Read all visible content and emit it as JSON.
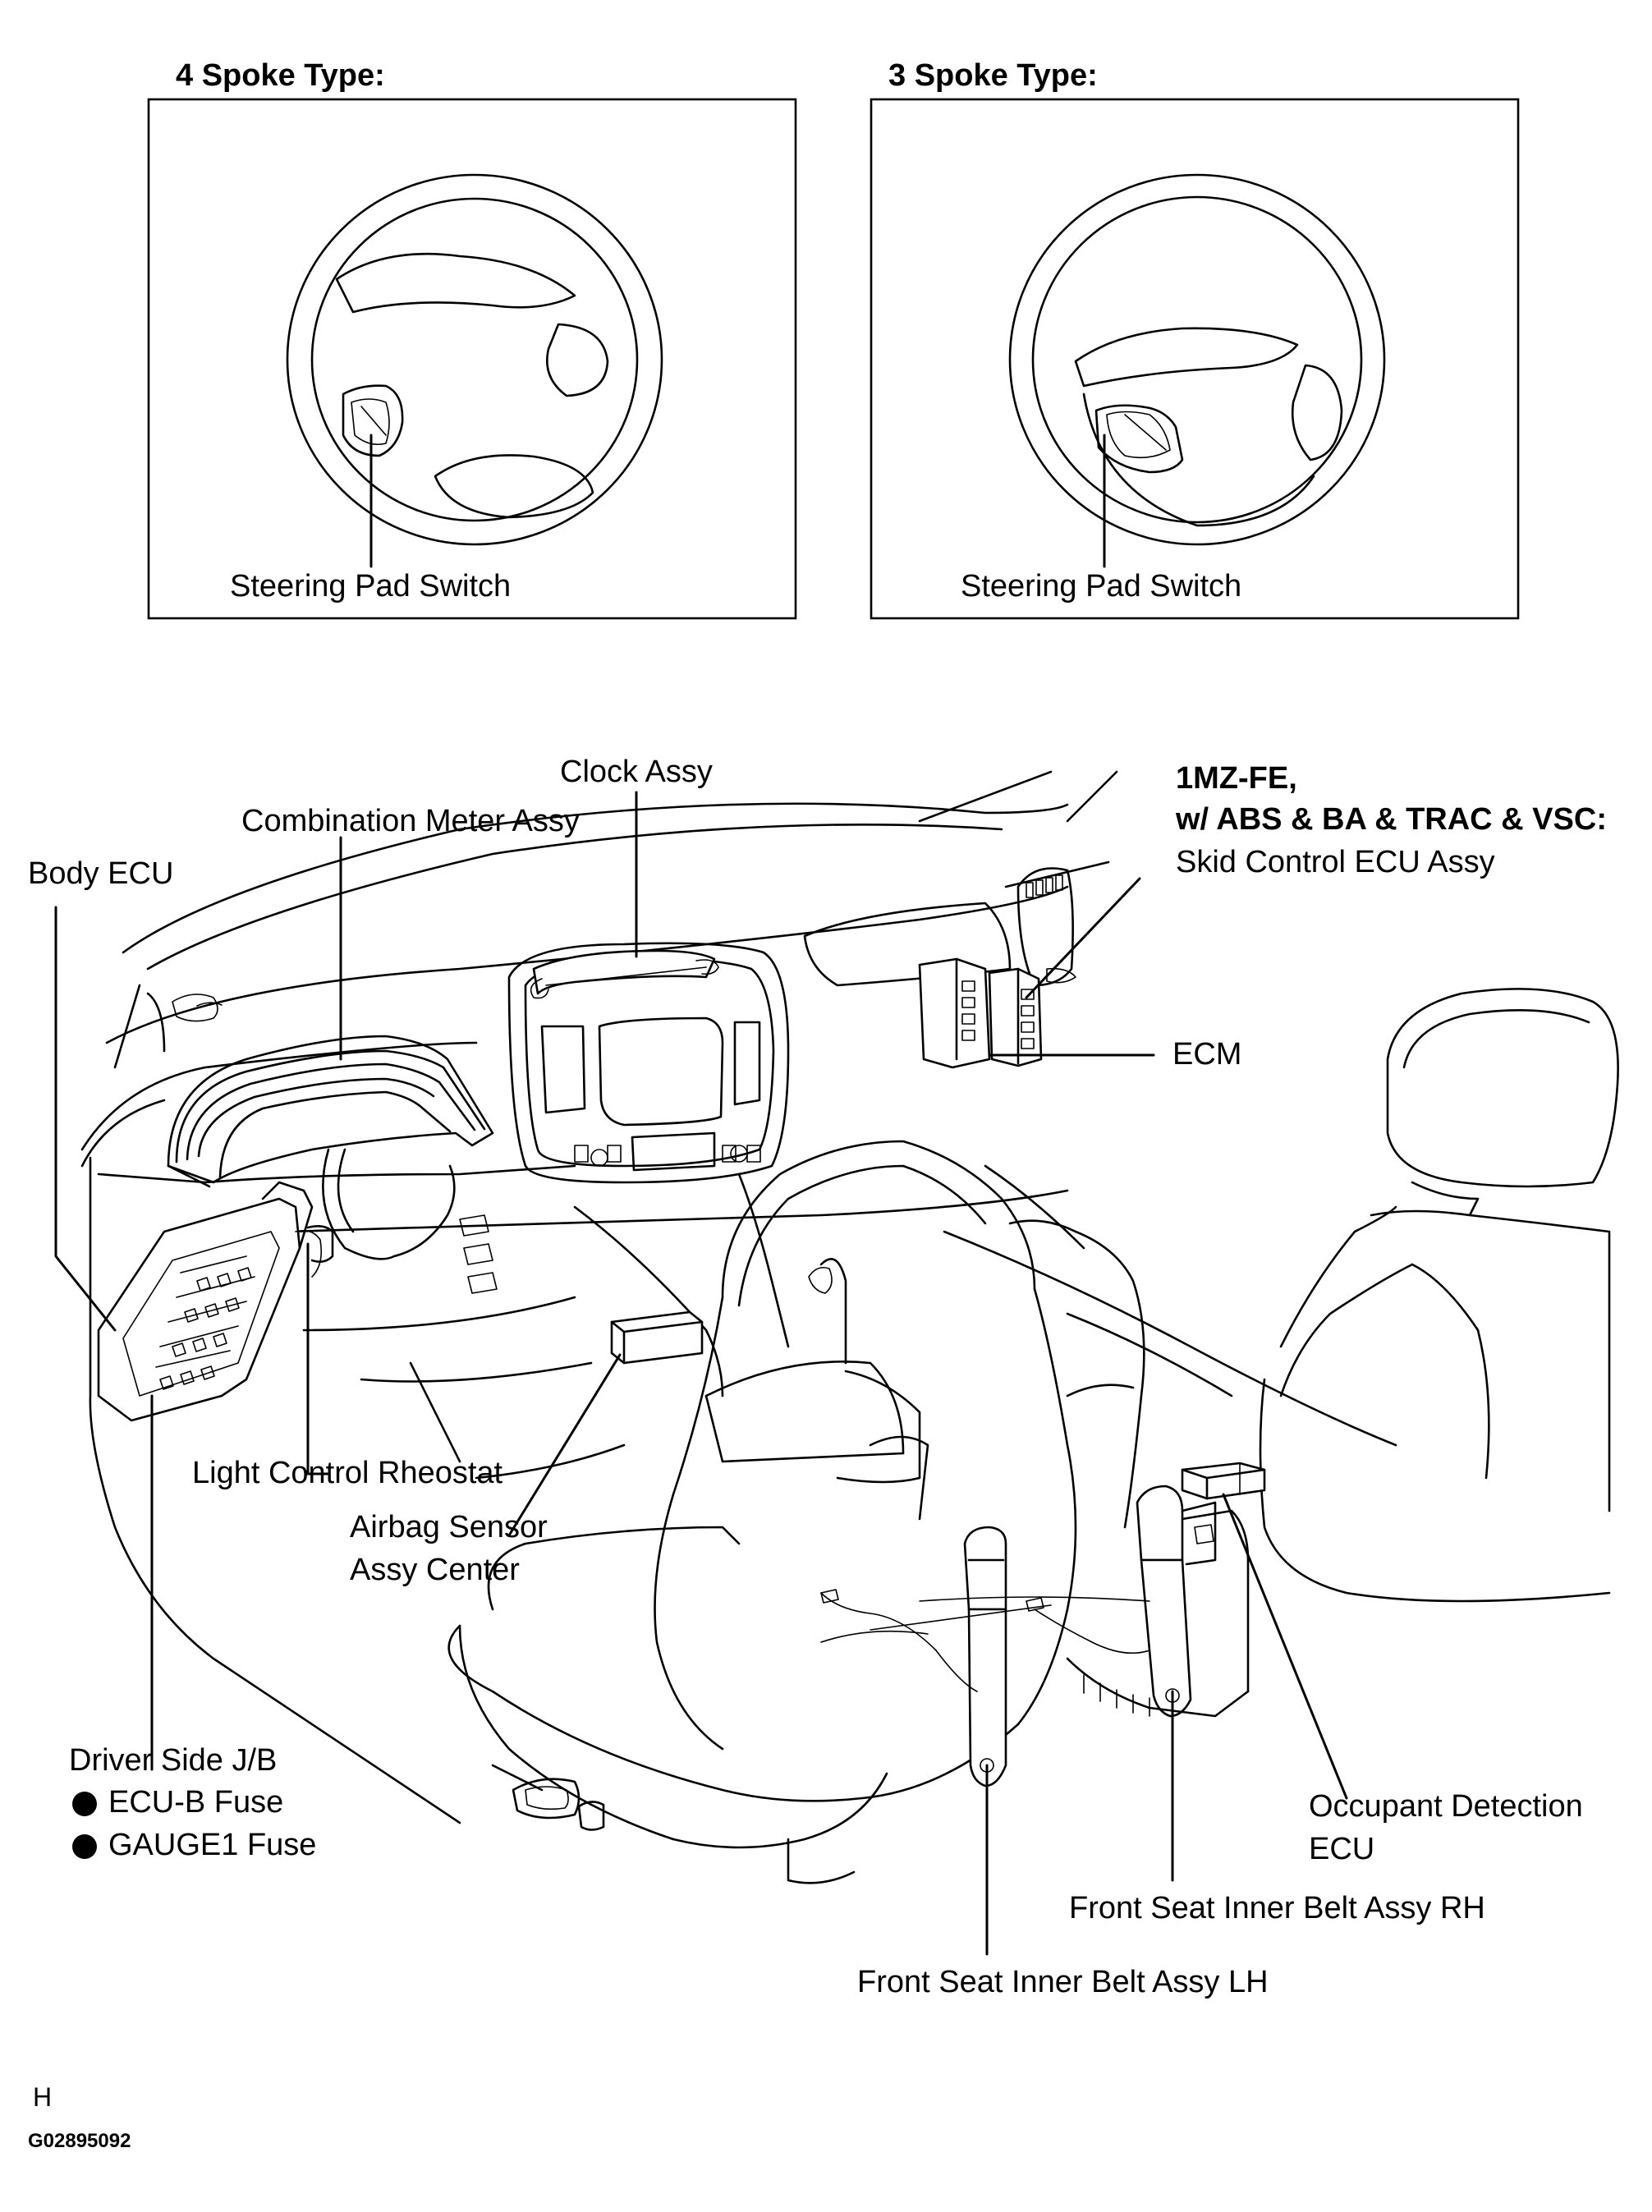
{
  "inset_left": {
    "title": "4 Spoke Type:",
    "callout": "Steering Pad Switch"
  },
  "inset_right": {
    "title": "3 Spoke Type:",
    "callout": "Steering Pad Switch"
  },
  "labels": {
    "clock_assy": "Clock Assy",
    "combination_meter": "Combination Meter Assy",
    "body_ecu": "Body ECU",
    "skid_condition_line1": "1MZ-FE,",
    "skid_condition_line2": "w/ ABS & BA & TRAC & VSC:",
    "skid_control_ecu": "Skid Control ECU Assy",
    "ecm": "ECM",
    "light_control_rheostat": "Light Control Rheostat",
    "airbag_sensor_line1": "Airbag Sensor",
    "airbag_sensor_line2": "Assy Center",
    "driver_side_jb": "Driver Side J/B",
    "ecu_b_fuse": "ECU-B Fuse",
    "gauge1_fuse": "GAUGE1 Fuse",
    "occupant_detection_line1": "Occupant Detection",
    "occupant_detection_line2": "ECU",
    "front_seat_belt_rh": "Front Seat Inner Belt Assy RH",
    "front_seat_belt_lh": "Front Seat Inner Belt Assy LH"
  },
  "footer": {
    "letter": "H",
    "code": "G02895092"
  }
}
